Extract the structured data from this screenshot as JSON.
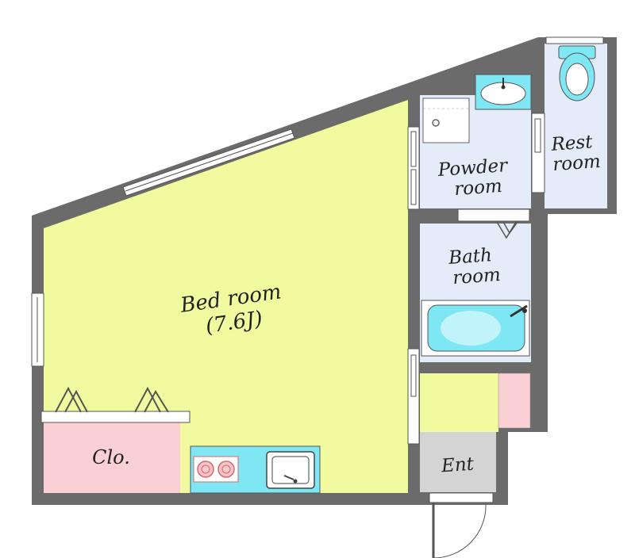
{
  "rooms": {
    "bedroom": {
      "name": "Bed room",
      "size": "(7.6J)"
    },
    "closet": {
      "name": "Clo."
    },
    "powder_room": {
      "line1": "Powder",
      "line2": "room"
    },
    "rest_room": {
      "line1": "Rest",
      "line2": "room"
    },
    "bath_room": {
      "line1": "Bath",
      "line2": "room"
    },
    "entrance": {
      "name": "Ent"
    }
  },
  "colors": {
    "wall": "#6b6b6b",
    "bedroom": "#f1fa9e",
    "closet": "#fbd0d4",
    "wet_room": "#e3ecf8",
    "fixture": "#7fe6f4",
    "hall": "#f1fa9e",
    "entrance": "#d4d4d4"
  },
  "icons": [
    "toilet-icon",
    "washbasin-icon",
    "washing-machine-icon",
    "bathtub-icon",
    "stove-icon",
    "kitchen-sink-icon",
    "door-icon",
    "window-icon"
  ]
}
